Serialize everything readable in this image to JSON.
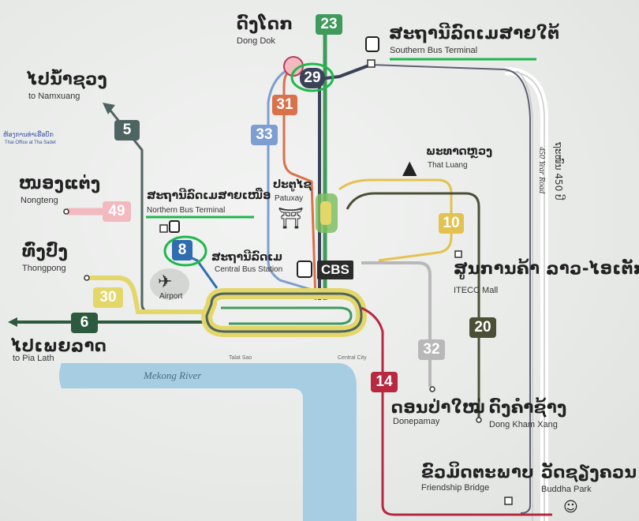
{
  "map": {
    "places": {
      "dong_dok": {
        "lao": "ດົງໂດກ",
        "en": "Dong Dok"
      },
      "southern_terminal": {
        "lao": "ສະຖານີລົດເມສາຍໃຕ້",
        "en": "Southern Bus Terminal"
      },
      "namxuang": {
        "lao": "ໄປນ້ຳຊວງ",
        "en": "to Namxuang"
      },
      "small_office": {
        "lao": "ຫ້ອງການທ່າເຮືອບົກ",
        "en": "Thai Office at Tha Sadet"
      },
      "nongteng": {
        "lao": "ໜອງແຕ່ງ",
        "en": "Nongteng"
      },
      "northern_terminal": {
        "lao": "ສະຖານີລົດເມສາຍເໜືອ",
        "en": "Northern Bus Terminal"
      },
      "thongpong": {
        "lao": "ທົ່ງປົ່ງ",
        "en": "Thongpong"
      },
      "airport": {
        "en": "Airport"
      },
      "central_station": {
        "lao": "ສະຖານີລົດເມ",
        "en": "Central Bus Station"
      },
      "patuxay": {
        "lao": "ປະຕູໄຊ",
        "en": "Patuxay"
      },
      "that_luang": {
        "lao": "ພະທາດຫຼວງ",
        "en": "That Luang"
      },
      "itecc": {
        "lao": "ສູນການຄ້າ ລາວ-ໄອເຕັກ",
        "en": "ITECC Mall"
      },
      "pia_lath": {
        "lao": "ໄປເພຍລາດ",
        "en": "to Pia Lath"
      },
      "donepamay": {
        "lao": "ດອນປ່າໃໝ່",
        "en": "Donepamay"
      },
      "dong_kham_xang": {
        "lao": "ດົງຄຳຊ້າງ",
        "en": "Dong Kham Xang"
      },
      "friendship_bridge": {
        "lao": "ຂົວມິດຕະພາບ",
        "en": "Friendship Bridge"
      },
      "buddha_park": {
        "lao": "ວັດຊຽງຄວນ",
        "en": "Buddha Park"
      },
      "talat_sao": {
        "en": "Talat Sao"
      },
      "central_city": {
        "en": "Central City"
      }
    },
    "road": {
      "lao": "ຖະໜົນ 450 ປີ",
      "en": "450 Year Road"
    },
    "river": "Mekong River",
    "cbs_label": "CBS",
    "routes": [
      "23",
      "29",
      "31",
      "33",
      "5",
      "49",
      "8",
      "30",
      "6",
      "10",
      "20",
      "32",
      "14"
    ]
  },
  "colors": {
    "r23": "#3f9a5b",
    "r29": "#3b4257",
    "r31": "#d9714a",
    "r33": "#7d9ed0",
    "r5": "#4e6460",
    "r49": "#f2b9bf",
    "r8": "#2f6db0",
    "r30": "#e4d76a",
    "r6": "#2d5a3f",
    "r10": "#e4c24f",
    "r20": "#4a4f36",
    "r32": "#b8b8b8",
    "r14": "#b8283f",
    "river": "#9cc6df",
    "highlight": "#1fb84a"
  }
}
